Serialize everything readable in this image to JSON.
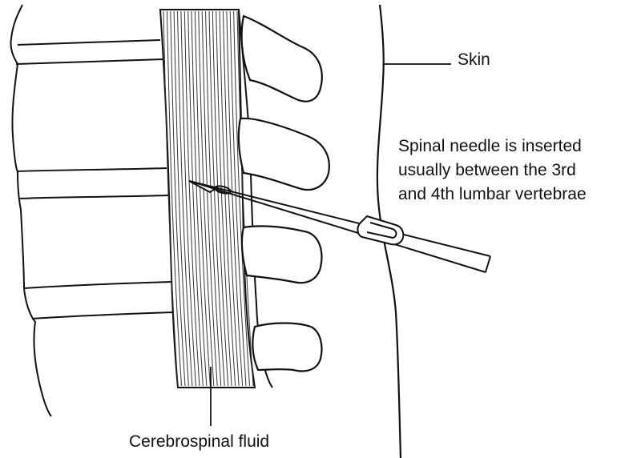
{
  "labels": {
    "skin": "Skin",
    "needle_lines": [
      "Spinal needle is inserted",
      "usually between the 3rd",
      "and 4th lumbar vertebrae"
    ],
    "csf": "Cerebrospinal fluid"
  },
  "colors": {
    "ink": "#111111",
    "background": "#ffffff"
  }
}
